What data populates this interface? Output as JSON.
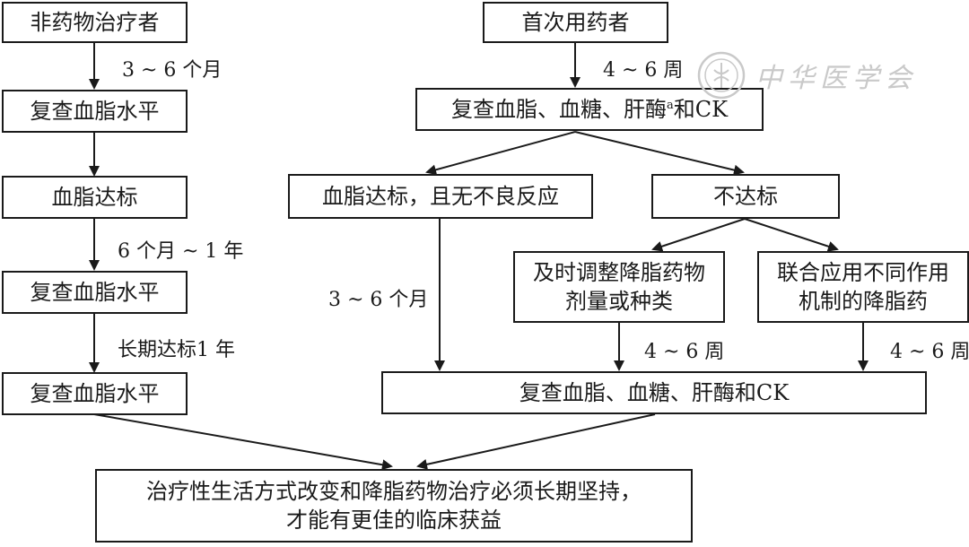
{
  "left": {
    "start": "非药物治疗者",
    "check1": "复查血脂水平",
    "reached": "血脂达标",
    "check2": "复查血脂水平",
    "check3": "复查血脂水平",
    "interval1": "3 ~ 6 个月",
    "interval2": "6 个月 ~ 1 年",
    "interval3": "长期达标1 年"
  },
  "right": {
    "start": "首次用药者",
    "interval_first": "4 ~ 6 周",
    "first_check_text": "复查血脂、血糖、肝酶",
    "first_check_sup": "a",
    "first_check_tail": "和CK",
    "reached": "血脂达标，且无不良反应",
    "not_reached": "不达标",
    "adjust_line1": "及时调整降脂药物",
    "adjust_line2": "剂量或种类",
    "combine_line1": "联合应用不同作用",
    "combine_line2": "机制的降脂药",
    "interval_reached": "3 ~ 6 个月",
    "interval_adjust": "4 ~ 6 周",
    "interval_combine": "4 ~ 6 周",
    "second_check": "复查血脂、血糖、肝酶和CK"
  },
  "bottom": {
    "line1": "治疗性生活方式改变和降脂药物治疗必须长期坚持，",
    "line2": "才能有更佳的临床获益"
  },
  "watermark": {
    "text": "中华医学会",
    "seal_icon": "seal-emblem-icon"
  }
}
